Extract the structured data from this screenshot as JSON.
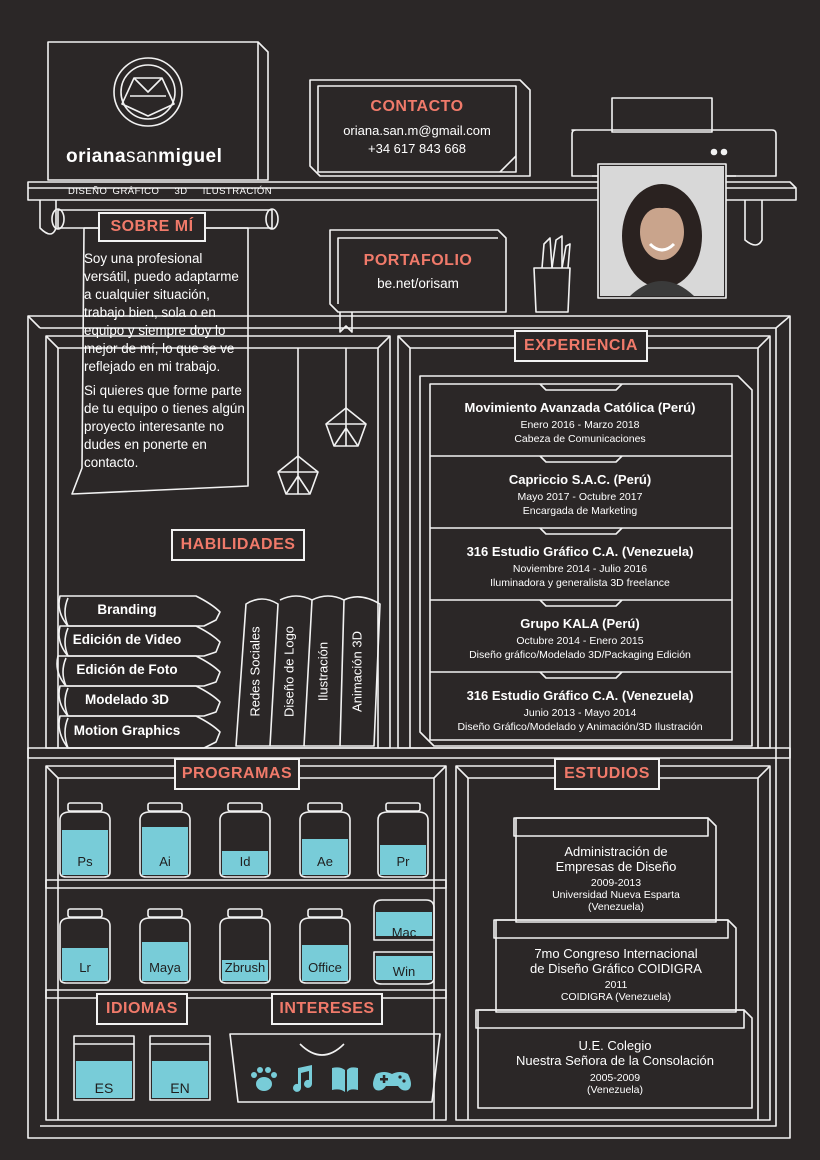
{
  "brand": {
    "name_a": "oriana",
    "name_b": "san",
    "name_c": "miguel",
    "skills_line": [
      "DISEÑO GRÁFICO",
      "3D",
      "ILUSTRACIÓN"
    ]
  },
  "contact": {
    "title": "CONTACTO",
    "email": "oriana.san.m@gmail.com",
    "phone": "+34 617 843 668"
  },
  "about": {
    "title": "SOBRE MÍ",
    "p1": "Soy una profesional versátil, puedo adaptarme a cualquier situación, trabajo bien, sola o en equipo y siempre doy lo mejor de mí, lo que se ve reflejado en mi trabajo.",
    "p2": "Si quieres que forme parte de tu equipo o tienes algún proyecto interesante no dudes en ponerte en contacto."
  },
  "portfolio": {
    "title": "PORTAFOLIO",
    "url": "be.net/orisam"
  },
  "experience": {
    "title": "EXPERIENCIA",
    "items": [
      {
        "company": "Movimiento Avanzada Católica (Perú)",
        "dates": "Enero 2016 - Marzo 2018",
        "role": "Cabeza de Comunicaciones"
      },
      {
        "company": "Capriccio S.A.C. (Perú)",
        "dates": "Mayo 2017 - Octubre 2017",
        "role": "Encargada de Marketing"
      },
      {
        "company": "316 Estudio Gráfico C.A. (Venezuela)",
        "dates": "Noviembre 2014 - Julio 2016",
        "role": "Iluminadora y generalista 3D freelance"
      },
      {
        "company": "Grupo KALA (Perú)",
        "dates": "Octubre 2014 - Enero 2015",
        "role": "Diseño gráfico/Modelado 3D/Packaging Edición"
      },
      {
        "company": "316 Estudio Gráfico C.A. (Venezuela)",
        "dates": "Junio 2013 - Mayo 2014",
        "role": "Diseño Gráfico/Modelado y Animación/3D Ilustración"
      }
    ]
  },
  "skills": {
    "title": "HABILIDADES",
    "stacked": [
      "Branding",
      "Edición de Video",
      "Edición de Foto",
      "Modelado 3D",
      "Motion Graphics"
    ],
    "upright": [
      "Redes Sociales",
      "Diseño de Logo",
      "Ilustración",
      "Animación 3D"
    ]
  },
  "programs": {
    "title": "PROGRAMAS",
    "jars": [
      {
        "label": "Ps",
        "level": 0.75
      },
      {
        "label": "Ai",
        "level": 0.8
      },
      {
        "label": "Id",
        "level": 0.4
      },
      {
        "label": "Ae",
        "level": 0.6
      },
      {
        "label": "Pr",
        "level": 0.5
      },
      {
        "label": "Lr",
        "level": 0.55
      },
      {
        "label": "Maya",
        "level": 0.65
      },
      {
        "label": "Zbrush",
        "level": 0.35
      },
      {
        "label": "Office",
        "level": 0.6
      }
    ],
    "os": [
      "Mac",
      "Win"
    ]
  },
  "studies": {
    "title": "ESTUDIOS",
    "items": [
      {
        "title1": "Administración de",
        "title2": "Empresas de Diseño",
        "years": "2009-2013",
        "place1": "Universidad Nueva Esparta",
        "place2": "(Venezuela)"
      },
      {
        "title1": "7mo Congreso Internacional",
        "title2": "de Diseño Gráfico COIDIGRA",
        "years": "2011",
        "place1": "COIDIGRA (Venezuela)",
        "place2": ""
      },
      {
        "title1": "U.E. Colegio",
        "title2": "Nuestra Señora de la Consolación",
        "years": "2005-2009",
        "place1": "(Venezuela)",
        "place2": ""
      }
    ]
  },
  "languages": {
    "title": "IDIOMAS",
    "items": [
      {
        "label": "ES",
        "level": 0.72
      },
      {
        "label": "EN",
        "level": 0.72
      }
    ]
  },
  "interests": {
    "title": "INTERESES",
    "icons": [
      "paw-icon",
      "music-icon",
      "book-icon",
      "gamepad-icon"
    ]
  },
  "colors": {
    "background": "#2b2727",
    "accent": "#f07a6a",
    "line": "#f2f2f2",
    "fill": "#78ccd8"
  }
}
